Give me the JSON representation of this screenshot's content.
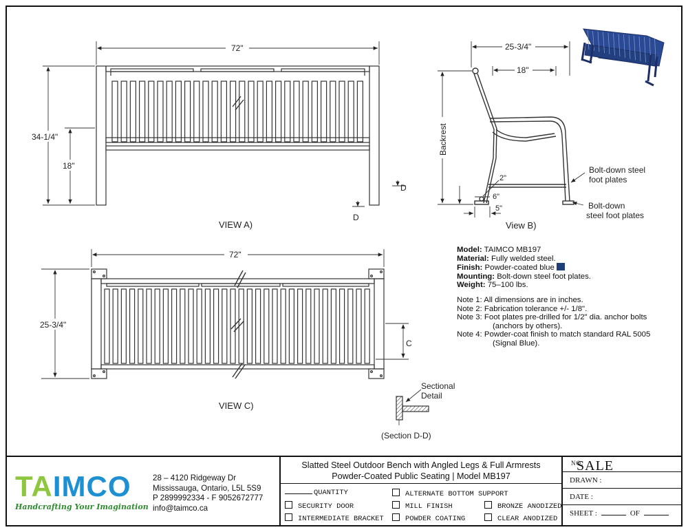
{
  "views": {
    "a": {
      "label": "VIEW A)",
      "dim_width": "72\"",
      "dim_height": "34-1/4\"",
      "dim_seat": "18\"",
      "dim_d1": "D",
      "dim_d2": "D"
    },
    "b": {
      "label": "View B)",
      "dim_depth": "25-3/4\"",
      "dim_seat_depth": "18\"",
      "backrest": "Backrest",
      "dim_2": "2\"",
      "dim_6": "6\"",
      "dim_5": "5\"",
      "callout_1": [
        "Bolt-down steel",
        "foot plates"
      ],
      "callout_2": [
        "Bolt-down",
        "steel foot plates"
      ]
    },
    "c": {
      "label": "VIEW C)",
      "dim_width": "72\"",
      "dim_depth": "25-3/4\"",
      "dim_c": "C"
    },
    "section": {
      "callout": [
        "Sectional",
        "Detail"
      ],
      "label": "(Section D-D)"
    }
  },
  "specs": [
    {
      "k": "Model:",
      "v": "TAIMCO MB197"
    },
    {
      "k": "Material:",
      "v": "Fully welded steel."
    },
    {
      "k": "Finish:",
      "v": "Powder-coated blue"
    },
    {
      "k": "Mounting:",
      "v": "Bolt-down steel foot plates."
    },
    {
      "k": "Weight:",
      "v": "75–100 lbs."
    }
  ],
  "finish_color": "#1f3f7a",
  "notes": [
    {
      "k": "Note 1:",
      "v": "All dimensions are in inches."
    },
    {
      "k": "Note 2:",
      "v": "Fabrication tolerance +/- 1/8\"."
    },
    {
      "k": "Note 3:",
      "v": "Foot plates pre-drilled for 1/2\" dia. anchor bolts",
      "v2": "(anchors by others)."
    },
    {
      "k": "Note 4:",
      "v": "Powder-coat finish to match standard RAL 5005",
      "v2": "(Signal Blue)."
    }
  ],
  "company": {
    "logo_a": "TA",
    "logo_b": "IMCO",
    "tagline": "Handcrafting Your Imagination",
    "address": [
      "28 – 4120 Ridgeway Dr",
      "Mississauga, Ontario, L5L 5S9",
      "P 2899992334 - F 9052672777",
      "info@taimco.ca"
    ],
    "logo_colors": {
      "green": "#8dc63f",
      "blue": "#1d8fd3"
    }
  },
  "title": [
    "Slatted Steel Outdoor Bench with Angled Legs & Full Armrests",
    "Powder-Coated Public Seating | Model MB197"
  ],
  "options": {
    "quantity": "QUANTITY",
    "items": [
      "SECURITY DOOR",
      "INTERMEDIATE BRACKET",
      "ALTERNATE BOTTOM SUPPORT",
      "MILL FINISH",
      "POWDER COATING",
      "BRONZE ANODIZED",
      "CLEAR ANODIZED"
    ]
  },
  "sign": {
    "sale": "SALE",
    "no": "NO.",
    "drawn": "DRAWN :",
    "date": "DATE :",
    "sheet": "SHEET :",
    "of": "OF"
  }
}
